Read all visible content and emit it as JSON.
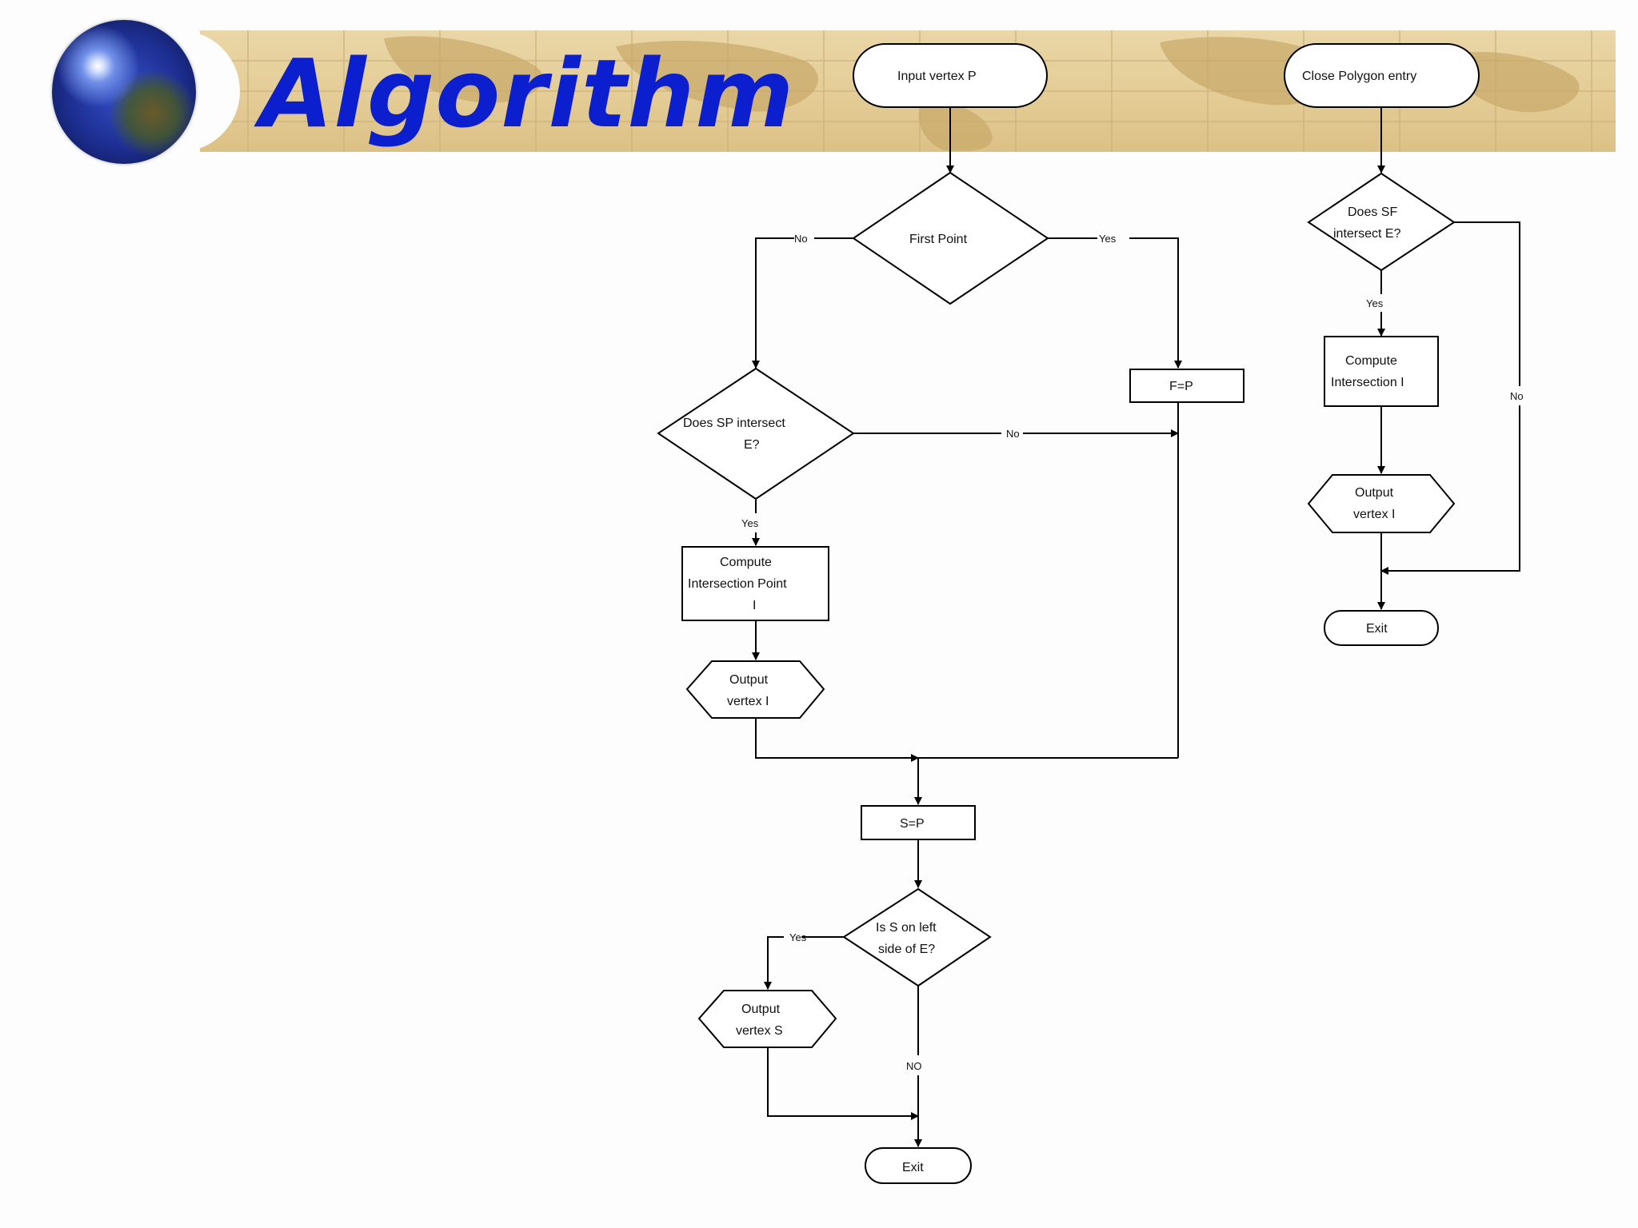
{
  "slide": {
    "title": "Algorithm"
  },
  "flowchart": {
    "main": {
      "start": "Input vertex P",
      "first_point": "First Point",
      "first_no": "No",
      "first_yes": "Yes",
      "fp_box": "F=P",
      "sp_intersect_l1": "Does SP intersect",
      "sp_intersect_l2": "E?",
      "sp_no": "No",
      "sp_yes": "Yes",
      "compute_l1": "Compute",
      "compute_l2": "Intersection Point",
      "compute_l3": "I",
      "output_i_l1": "Output",
      "output_i_l2": "vertex I",
      "sp_box": "S=P",
      "left_side_l1": "Is S on left",
      "left_side_l2": "side of E?",
      "left_yes": "Yes",
      "left_no": "NO",
      "output_s_l1": "Output",
      "output_s_l2": "vertex S",
      "exit": "Exit"
    },
    "close": {
      "start": "Close Polygon entry",
      "sf_intersect_l1": "Does SF",
      "sf_intersect_l2": "intersect E?",
      "sf_yes": "Yes",
      "sf_no": "No",
      "compute_l1": "Compute",
      "compute_l2": "Intersection I",
      "output_l1": "Output",
      "output_l2": "vertex I",
      "exit": "Exit"
    }
  }
}
